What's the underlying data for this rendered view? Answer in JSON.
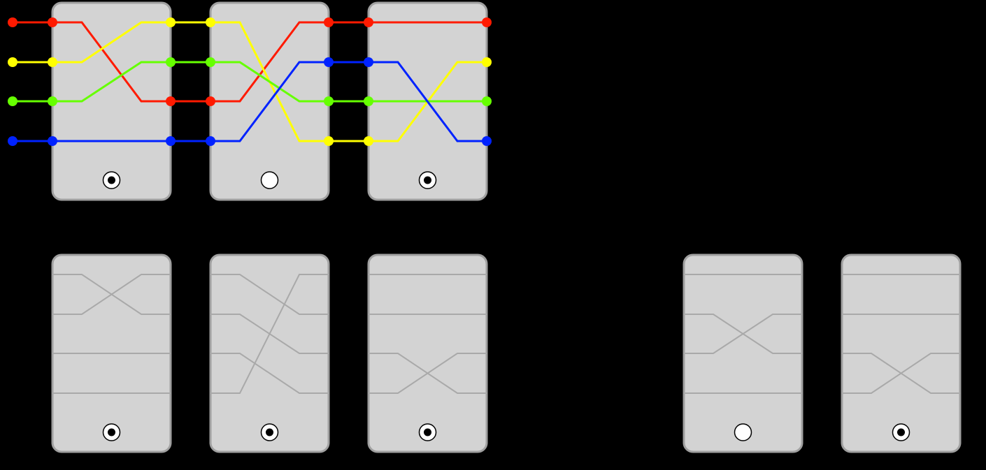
{
  "colors": {
    "background": "#000000",
    "card_fill": "#d3d3d3",
    "card_stroke": "#a0a0a0",
    "mini_wire": "#a9a9a9",
    "wire_red": "#ff1a00",
    "wire_yellow": "#ffff00",
    "wire_green": "#66ff00",
    "wire_blue": "#0022ff",
    "indicator": "#000000"
  },
  "wire_order": [
    "red",
    "yellow",
    "green",
    "blue"
  ],
  "top_row": {
    "cards": [
      {
        "id": "card-1",
        "permutation": [
          2,
          0,
          1,
          3
        ],
        "indicator": "filled",
        "icon": "target-icon"
      },
      {
        "id": "card-2",
        "permutation": [
          3,
          2,
          0,
          1
        ],
        "indicator": "empty",
        "icon": "circle-icon"
      },
      {
        "id": "card-3",
        "permutation": [
          0,
          3,
          2,
          1
        ],
        "indicator": "filled",
        "icon": "target-icon"
      }
    ]
  },
  "bottom_left_row": {
    "cards": [
      {
        "id": "card-4",
        "permutation": [
          1,
          0,
          2,
          3
        ],
        "indicator": "filled",
        "icon": "target-icon"
      },
      {
        "id": "card-5",
        "permutation": [
          1,
          2,
          3,
          0
        ],
        "indicator": "filled",
        "icon": "target-icon"
      },
      {
        "id": "card-6",
        "permutation": [
          0,
          1,
          3,
          2
        ],
        "indicator": "filled",
        "icon": "target-icon"
      }
    ]
  },
  "bottom_right_row": {
    "cards": [
      {
        "id": "card-7",
        "permutation": [
          0,
          2,
          1,
          3
        ],
        "indicator": "empty",
        "icon": "circle-icon"
      },
      {
        "id": "card-8",
        "permutation": [
          0,
          1,
          3,
          2
        ],
        "indicator": "filled",
        "icon": "target-icon"
      }
    ]
  }
}
